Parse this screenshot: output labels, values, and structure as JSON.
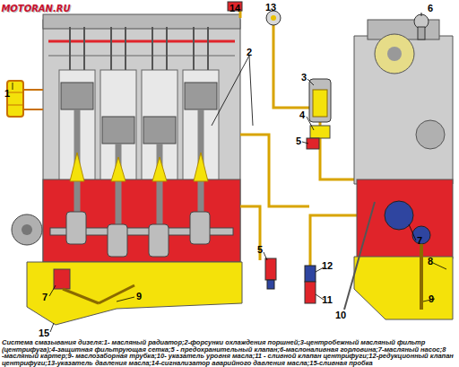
{
  "diagram": {
    "caption": "Система смазывания дизеля:1- масляный радиатор;2-форсунки охлаждения поршней;3-центробежный масляный фильтр (центрифуга);4-защитная фильтрующая сетка;5 - предохранительный клапан;6-маслоналивная горловина;7-масляный насос;8 -масляный картер;9- маслозаборная трубка;10- указатель уровня масла;11 - сливной клапан центрифуги;12-редукционный клапан центрифуги;13-указатель давления масла;14-сигнализатор аварийного давления масла;15-сливная пробка",
    "labels": [
      "MOTORAN.RU",
      "14",
      "13",
      "6",
      "1",
      "2",
      "3",
      "4",
      "5",
      "5",
      "12",
      "11",
      "7",
      "8",
      "9",
      "10",
      "7",
      "9",
      "15"
    ]
  }
}
